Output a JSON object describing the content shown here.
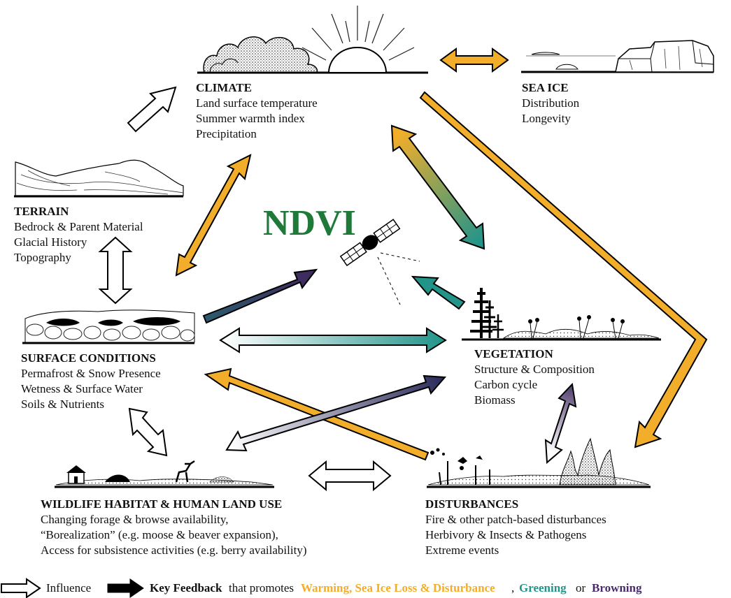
{
  "center_label": "NDVI",
  "climate": {
    "title": "CLIMATE",
    "lines": [
      "Land surface temperature",
      "Summer warmth index",
      "Precipitation"
    ]
  },
  "sea_ice": {
    "title": "SEA ICE",
    "lines": [
      "Distribution",
      "Longevity"
    ]
  },
  "terrain": {
    "title": "TERRAIN",
    "lines": [
      "Bedrock & Parent Material",
      "Glacial History",
      "Topography"
    ]
  },
  "surface": {
    "title": "SURFACE CONDITIONS",
    "lines": [
      "Permafrost & Snow Presence",
      "Wetness & Surface Water",
      "Soils & Nutrients"
    ]
  },
  "vegetation": {
    "title": "VEGETATION",
    "lines": [
      "Structure & Composition",
      "Carbon cycle",
      "Biomass"
    ]
  },
  "wildlife": {
    "title": "WILDLIFE HABITAT & HUMAN LAND USE",
    "lines": [
      "Changing forage & browse availability,",
      "“Borealization” (e.g. moose & beaver expansion),",
      "Access for subsistence activities (e.g. berry availability)"
    ]
  },
  "disturbances": {
    "title": "DISTURBANCES",
    "lines": [
      "Fire & other patch-based disturbances",
      "Herbivory & Insects & Pathogens",
      "Extreme events"
    ]
  },
  "legend": {
    "influence": "Influence",
    "key_feedback": "Key Feedback",
    "promotes": "that promotes",
    "warming": "Warming, Sea Ice Loss & Disturbance",
    "comma": ",",
    "greening": "Greening",
    "or": "or",
    "browning": "Browning"
  },
  "colors": {
    "warming": "#f2ae2a",
    "greening": "#22948a",
    "browning": "#4a2a6a",
    "ndvi_text": "#1f7a3a"
  }
}
